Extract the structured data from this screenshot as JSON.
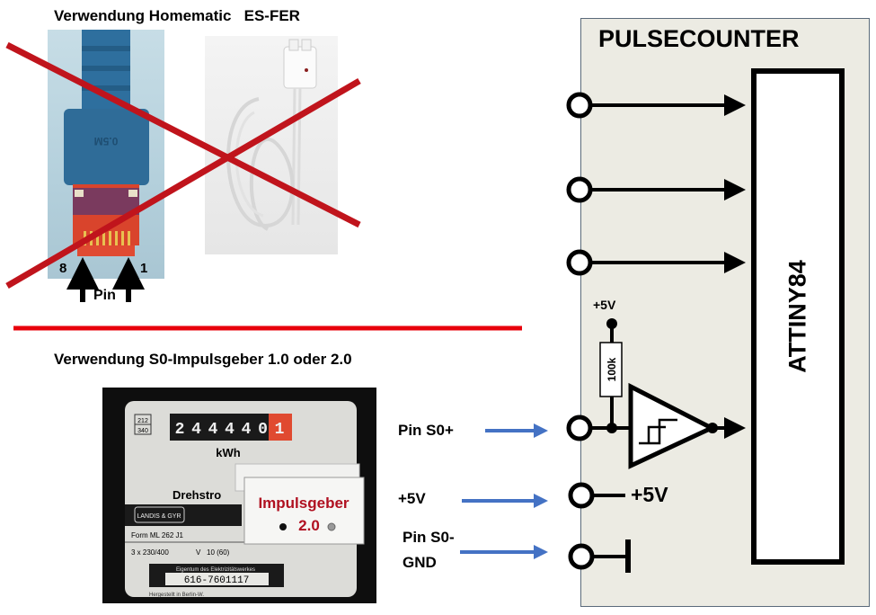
{
  "top_section": {
    "title": "Verwendung Homematic   ES-FER",
    "status": "crossed-out",
    "rj45_photo": {
      "description": "RJ45 plug photo",
      "marking": "0.5M",
      "pin_left": "8",
      "pin_right": "1",
      "pin_label": "Pin"
    },
    "esfer_photo": {
      "description": "Homematic ES-FER sensor photo"
    }
  },
  "bottom_section": {
    "title": "Verwendung S0-Impulsgeber 1.0 oder 2.0",
    "meter_photo": {
      "counter_digits": [
        "2",
        "4",
        "4",
        "4",
        "4",
        "0",
        "1"
      ],
      "unit": "kWh",
      "code_top": "212",
      "code_bottom": "340",
      "brand": "LANDIS & GYR",
      "type_text": "Drehstro",
      "form": "Form  ML 262 J1",
      "voltage": "3 x 230/400",
      "volt_unit": "V",
      "current": "10 (60)",
      "owner": "Eigentum des Elektrizitätswerkes",
      "serial": "616-7601117",
      "made_in": "Hergestellt in Berlin-W.",
      "impulsgeber_line1": "Impulsgeber",
      "impulsgeber_line2": "2.0"
    },
    "connections": [
      {
        "label": "Pin S0+"
      },
      {
        "label": "+5V"
      },
      {
        "label_line1": "Pin S0-",
        "label_line2": "GND"
      }
    ]
  },
  "schematic": {
    "title": "PULSECOUNTER",
    "chip": "ATTINY84",
    "pullup_supply": "+5V",
    "resistor": "100k",
    "supply_pin_label": "+5V"
  },
  "colors": {
    "cross_red": "#c0141c",
    "divider_red": "#e8000b",
    "arrow_blue": "#4472c4",
    "panel_bg": "#ecebe3",
    "impulsgeber_red": "#b01020"
  }
}
